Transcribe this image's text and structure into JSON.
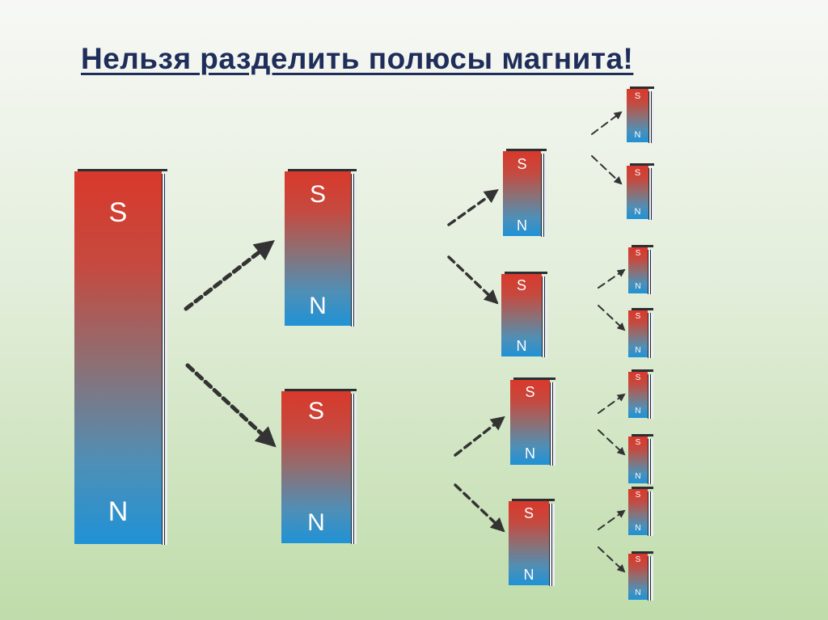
{
  "title": "Нельзя разделить полюсы магнита!",
  "pole_labels": {
    "south": "S",
    "north": "N"
  },
  "magnet_levels": [
    {
      "level": 1,
      "count": 1
    },
    {
      "level": 2,
      "count": 2
    },
    {
      "level": 3,
      "count": 4
    },
    {
      "level": 4,
      "count": 8
    }
  ],
  "colors": {
    "south_pole": "#d8392b",
    "north_pole": "#1f92d6",
    "arrow": "#333333",
    "title": "#1f2d5a"
  }
}
